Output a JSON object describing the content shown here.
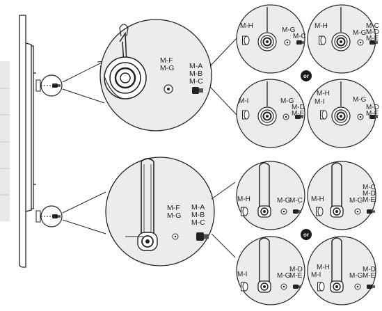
{
  "labels": {
    "mf": "M-F",
    "mg": "M-G",
    "ma": "M-A",
    "mb": "M-B",
    "mc": "M-C",
    "md": "M-D",
    "me": "M-E",
    "mh": "M-H",
    "mi": "M-I",
    "or": "or"
  },
  "colors": {
    "line": "#222222",
    "panel_bg": "#e9e9e9",
    "circle_fill": "#ececec",
    "or_badge": "#1a1a1a"
  }
}
